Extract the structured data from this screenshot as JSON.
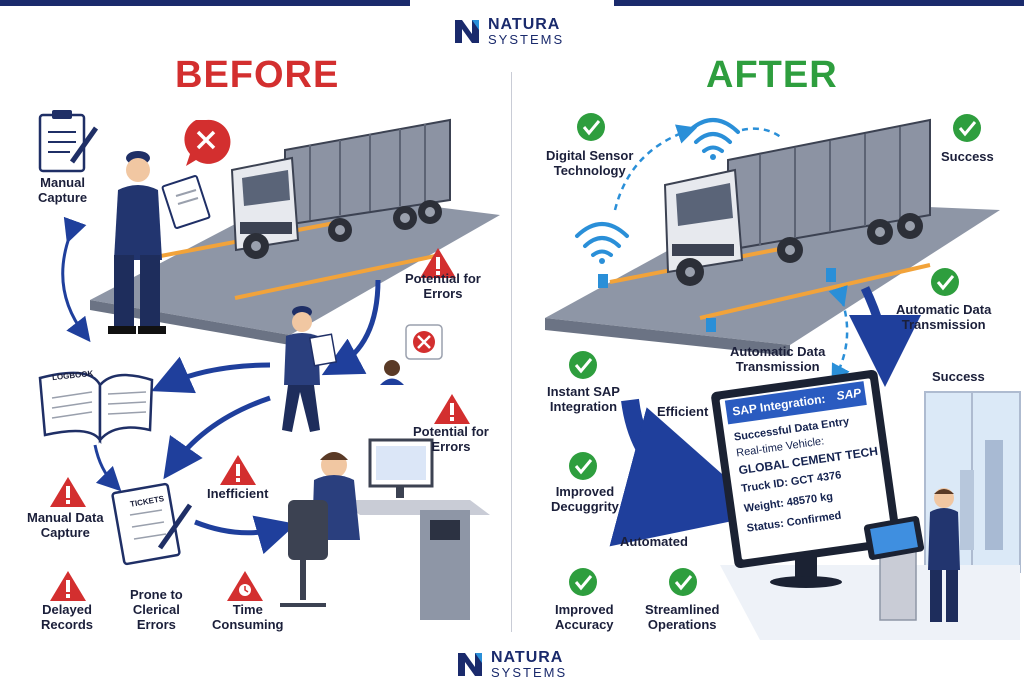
{
  "brand": {
    "line1": "NATURA",
    "line2": "SYSTEMS"
  },
  "headings": {
    "before": "BEFORE",
    "after": "AFTER"
  },
  "before_labels": {
    "manual_capture": [
      "Manual",
      "Capture"
    ],
    "potential_errors_1": [
      "Potential for",
      "Errors"
    ],
    "potential_errors_2": [
      "Potential for",
      "Errors"
    ],
    "inefficient": "Inefficient",
    "manual_data_capture": [
      "Manual Data",
      "Capture"
    ],
    "delayed_records": [
      "Delayed",
      "Records"
    ],
    "prone_clerical": [
      "Prone to",
      "Clerical",
      "Errors"
    ],
    "time_consuming": [
      "Time",
      "Consuming"
    ],
    "logbook": "LOGBOOK",
    "tickets": "TICKETS"
  },
  "after_labels": {
    "digital_sensor": [
      "Digital Sensor",
      "Technology"
    ],
    "success_1": "Success",
    "auto_transmission_1": [
      "Automatic Data",
      "Transmission"
    ],
    "auto_transmission_2": [
      "Automatic Data",
      "Transmission"
    ],
    "success_2": "Success",
    "instant_sap": [
      "Instant SAP",
      "Integration"
    ],
    "efficient": "Efficient",
    "improved_decuggrity": [
      "Improved",
      "Decuggrity"
    ],
    "automated": "Automated",
    "improved_accuracy": [
      "Improved",
      "Accuracy"
    ],
    "streamlined_ops": [
      "Streamlined",
      "Operations"
    ]
  },
  "sap_screen": {
    "header": "SAP Integration:",
    "badge": "SAP",
    "line1": "Successful Data Entry",
    "line2": "Real-time Vehicle:",
    "line3": "GLOBAL CEMENT TECH",
    "line4": "Truck ID: GCT 4376",
    "line5": "Weight: 48570 kg",
    "line6": "Status: Confirmed"
  },
  "colors": {
    "brand_navy": "#1a2a6c",
    "before_red": "#d32f2f",
    "after_green": "#2e9e3e",
    "accent_blue": "#1f3f9c",
    "sensor_blue": "#2a8fd8"
  },
  "icons": [
    "clipboard-icon",
    "error-bubble-icon",
    "warning-triangle-icon",
    "clock-warning-icon",
    "check-circle-icon",
    "wifi-icon",
    "sap-monitor-icon",
    "truck-icon",
    "worker-icon",
    "logbook-icon",
    "tickets-icon"
  ]
}
